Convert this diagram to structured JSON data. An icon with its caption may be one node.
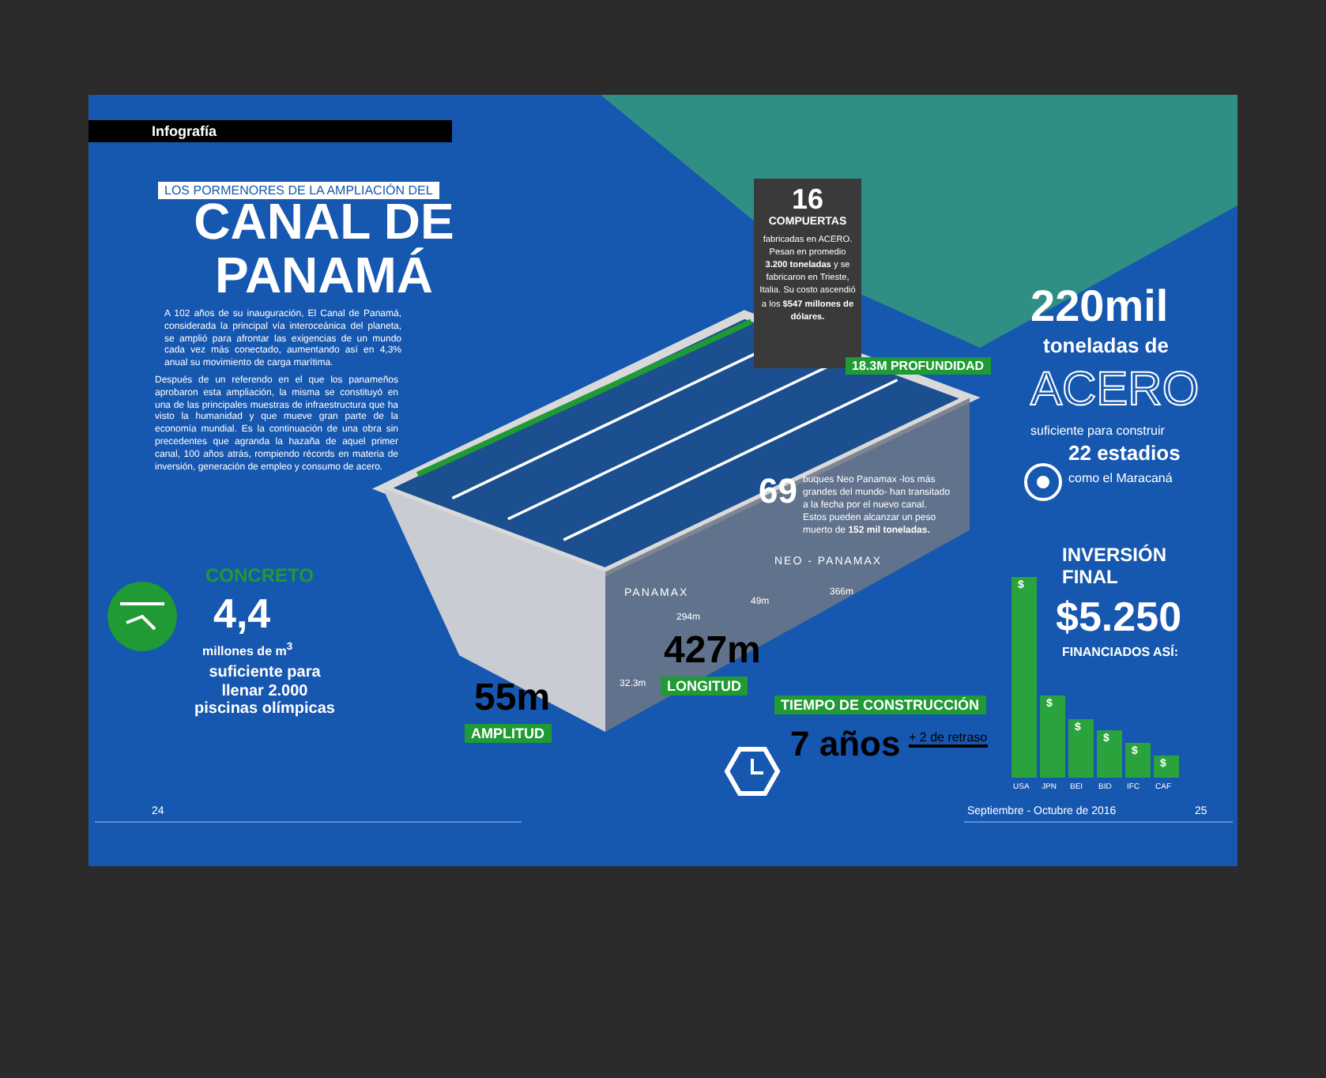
{
  "diagram": {
    "title": "CANAL DE PANAMÁ",
    "labels": [
      "Infografía",
      "LOS PORMENORES DE LA AMPLIACIÓN DEL",
      "A 102 años de su inauguración, El Canal de Panamá, considerada la principal vía interoceánica del planeta, se amplió para afrontar las exigencias de un mundo cada vez más conectado, aumentando así en 4,3% anual su movimiento de carga marítima.",
      "Después de un referendo en el que los panameños aprobaron esta ampliación, la misma se constituyó en una de las principales muestras de infraestructura que ha visto la humanidad y que mueve gran parte de la economía mundial. Es la continuación de una obra sin precedentes que agranda la hazaña de aquel primer canal, 100 años atrás, rompiendo récords en materia de inversión, generación de empleo y consumo de acero.",
      "16",
      "COMPUERTAS",
      "fabricadas en ACERO. Pesan en promedio **3.200 toneladas** y se fabricaron en Trieste, Italia. Su costo ascendió a los **$547 millones de dólares.**",
      "220mil",
      "toneladas de",
      "ACERO",
      "suficiente para construir",
      "22 estadios",
      "como el Maracaná",
      "18.3M PROFUNDIDAD",
      "69",
      "buques Neo Panamax -los más grandes del mundo- han transitado a la fecha por el nuevo canal. Estos pueden alcanzar un peso muerto de **152 mil toneladas.**",
      "INVERSIÓN FINAL",
      "$5.250",
      "FINANCIADOS ASÍ:",
      "PANAMAX",
      "32.3m",
      "294m",
      "NEO - PANAMAX",
      "49m",
      "366m",
      "CONCRETO",
      "4,4",
      "millones de m$^{3}$",
      "suficiente para llenar 2.000 piscinas olímpicas",
      "55m",
      "AMPLITUD",
      "427m",
      "LONGITUD",
      "TIEMPO DE CONSTRUCCIÓN",
      "7 años",
      "+ 2 de retraso",
      "$",
      "$",
      "$",
      "$",
      "$",
      "$",
      "USA",
      "JPN",
      "BEI",
      "BID",
      "IFC",
      "CAF",
      "24",
      "Septiembre - Octubre de 2016",
      "25"
    ]
  }
}
